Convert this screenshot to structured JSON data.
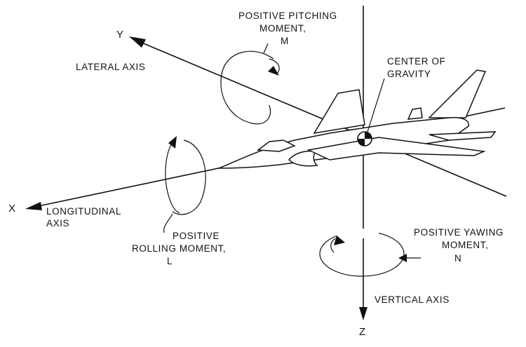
{
  "axes": {
    "y": {
      "letter": "Y",
      "label": "LATERAL AXIS"
    },
    "x": {
      "letter": "X",
      "label_line1": "LONGITUDINAL",
      "label_line2": "AXIS"
    },
    "z": {
      "letter": "Z",
      "label": "VERTICAL AXIS"
    }
  },
  "moments": {
    "pitching": {
      "line1": "POSITIVE PITCHING",
      "line2": "MOMENT,",
      "symbol": "M"
    },
    "rolling": {
      "line1": "POSITIVE",
      "line2": "ROLLING MOMENT,",
      "symbol": "L"
    },
    "yawing": {
      "line1": "POSITIVE YAWING",
      "line2": "MOMENT,",
      "symbol": "N"
    }
  },
  "cg": {
    "line1": "CENTER OF",
    "line2": "GRAVITY"
  },
  "colors": {
    "ink": "#111111",
    "background": "#ffffff"
  }
}
